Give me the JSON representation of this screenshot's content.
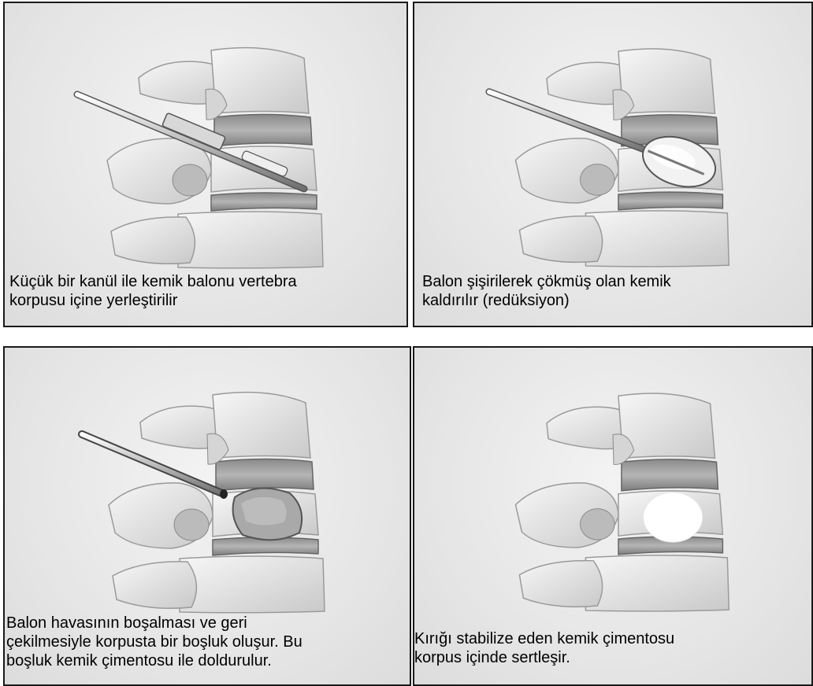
{
  "panels": [
    {
      "caption": "Küçük bir kanül ile kemik balonu vertebra\nkorpusu içine yerleştirilir"
    },
    {
      "caption": "Balon şişirilerek çökmüş olan kemik\nkaldırılır (redüksiyon)"
    },
    {
      "caption": "Balon havasının boşalması ve geri\nçekilmesiyle korpusta bir boşluk oluşur. Bu\nboşluk kemik çimentosu ile doldurulur."
    },
    {
      "caption": "Kırığı stabilize eden kemik çimentosu\nkorpus içinde sertleşir."
    }
  ]
}
